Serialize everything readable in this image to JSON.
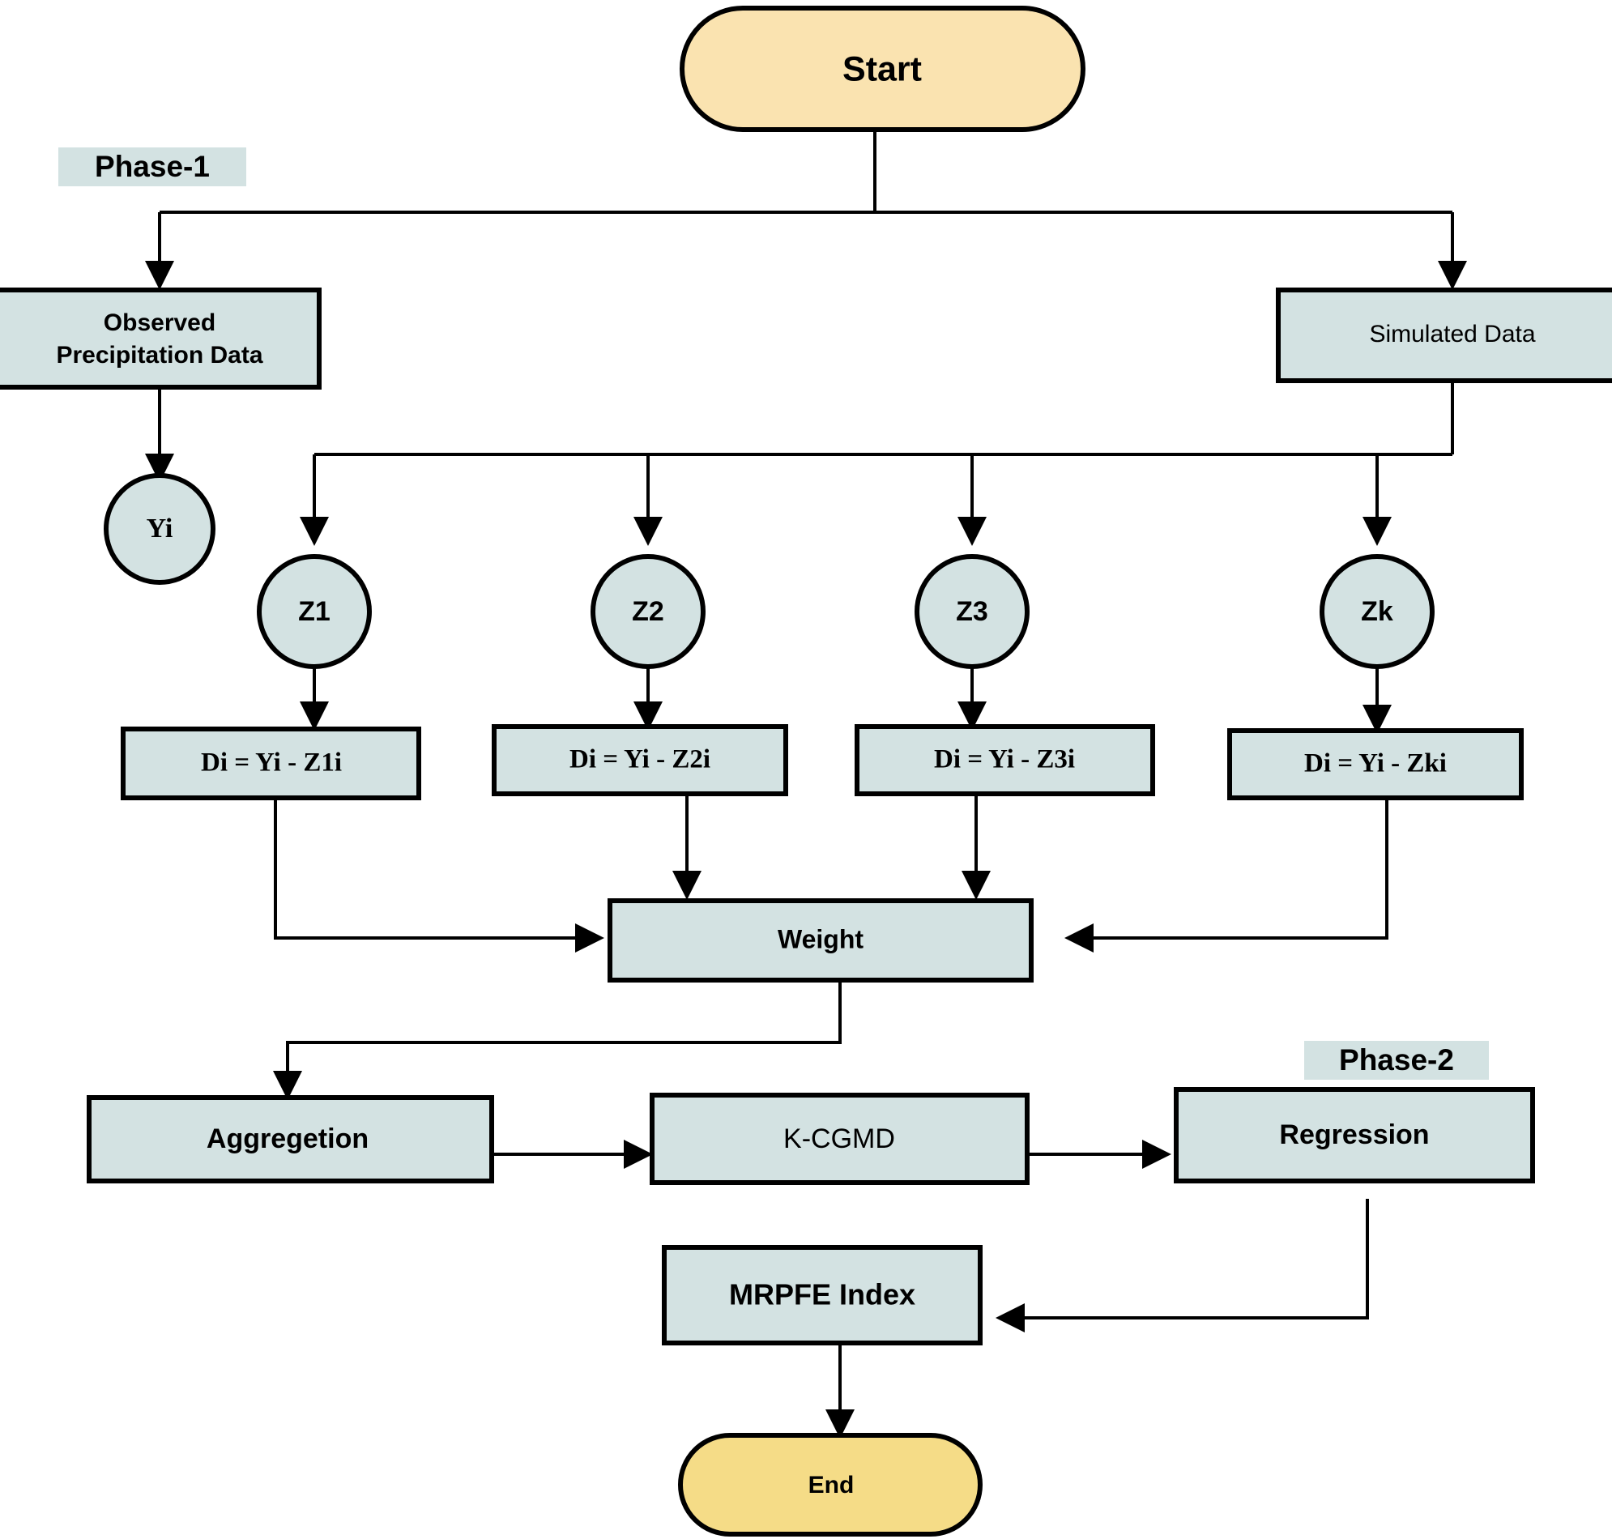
{
  "diagram": {
    "title_nodes": {
      "start": {
        "label": "Start",
        "fill": "#fae3b0"
      },
      "end": {
        "label": "End",
        "fill": "#f5dc87"
      }
    },
    "phase_labels": [
      {
        "name": "phase-1",
        "label": "Phase-1",
        "fill": "#d3e2e2"
      },
      {
        "name": "phase-2",
        "label": "Phase-2",
        "fill": "#d3e2e2"
      }
    ],
    "process_fill": "#d3e2e2",
    "stroke": "#000000",
    "boxes": {
      "observed": "Observed\nPrecipitation Data",
      "observed_line1": "Observed",
      "observed_line2": "Precipitation Data",
      "simulated": "Simulated Data",
      "weight": "Weight",
      "aggregation": "Aggregetion",
      "kcgmd": "K-CGMD",
      "regression": "Regression",
      "mrpfe": "MRPFE Index"
    },
    "circles": [
      {
        "name": "circle-yi",
        "label": "Yi"
      },
      {
        "name": "circle-z1",
        "label": "Z1"
      },
      {
        "name": "circle-z2",
        "label": "Z2"
      },
      {
        "name": "circle-z3",
        "label": "Z3"
      },
      {
        "name": "circle-zk",
        "label": "Zk"
      }
    ],
    "difference_boxes": [
      {
        "name": "diff-box-z1",
        "label": "Di = Yi -  Z1i"
      },
      {
        "name": "diff-box-z2",
        "label": "Di = Yi - Z2i"
      },
      {
        "name": "diff-box-z3",
        "label": "Di = Yi - Z3i"
      },
      {
        "name": "diff-box-zk",
        "label": "Di = Yi - Zki"
      }
    ]
  }
}
